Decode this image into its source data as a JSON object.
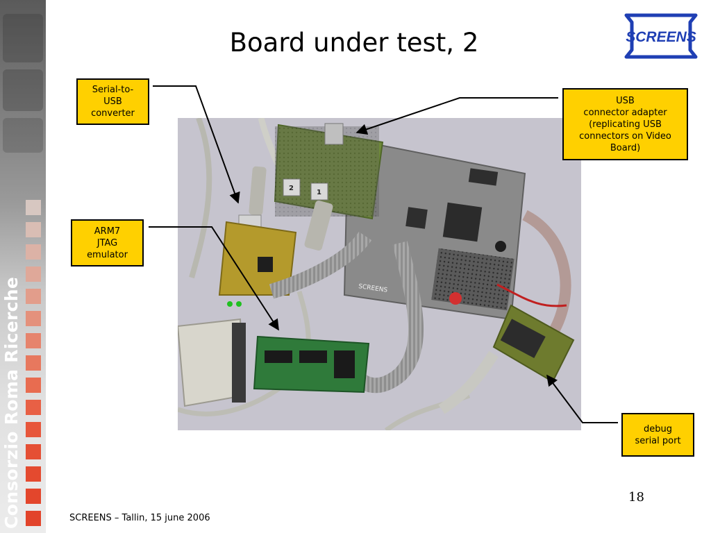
{
  "slide": {
    "title": "Board under test, 2",
    "page_number": "18",
    "footer": "SCREENS – Tallin, 15 june 2006"
  },
  "logo": {
    "text": "SCREENS",
    "color": "#1f3fb4"
  },
  "sidebar": {
    "org_text": "Consorzio Roma Ricerche",
    "accent": "#e0452b"
  },
  "callouts": {
    "serial_to_usb": [
      "Serial-to-",
      "USB",
      "converter"
    ],
    "usb_adapter": [
      "USB",
      "connector adapter",
      "(replicating USB",
      "connectors on Video",
      "Board)"
    ],
    "arm7_jtag": [
      "ARM7",
      "JTAG",
      "emulator"
    ],
    "debug_serial": [
      "debug",
      "serial port"
    ]
  },
  "photo_labels": {
    "board_silkscreen": "SCREENS",
    "connector_1": "1",
    "connector_2": "2"
  }
}
